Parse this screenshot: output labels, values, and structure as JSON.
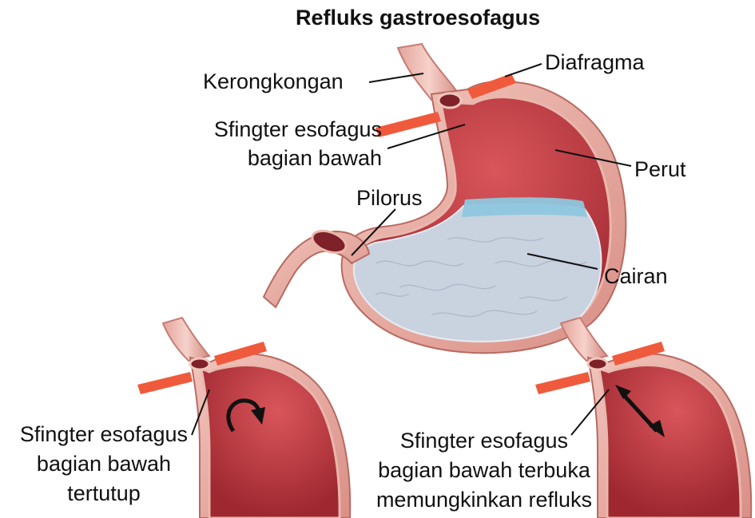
{
  "title": "Refluks gastroesofagus",
  "labels": {
    "kerongkongan": "Kerongkongan",
    "diafragma": "Diafragma",
    "sfingter_1": "Sfingter esofagus",
    "sfingter_2": "bagian bawah",
    "perut": "Perut",
    "pilorus": "Pilorus",
    "cairan": "Cairan"
  },
  "inset_left": {
    "line1": "Sfingter esofagus",
    "line2": "bagian bawah",
    "line3": "tertutup"
  },
  "inset_right": {
    "line1": "Sfingter esofagus",
    "line2": "bagian bawah terbuka",
    "line3": "memungkinkan refluks"
  },
  "colors": {
    "tissue_outer": "#e8b0a6",
    "tissue_inner": "#b8363c",
    "liquid": "#c9d2df",
    "acid_band": "#8ec7de",
    "diaphragm": "#f05a3c"
  }
}
